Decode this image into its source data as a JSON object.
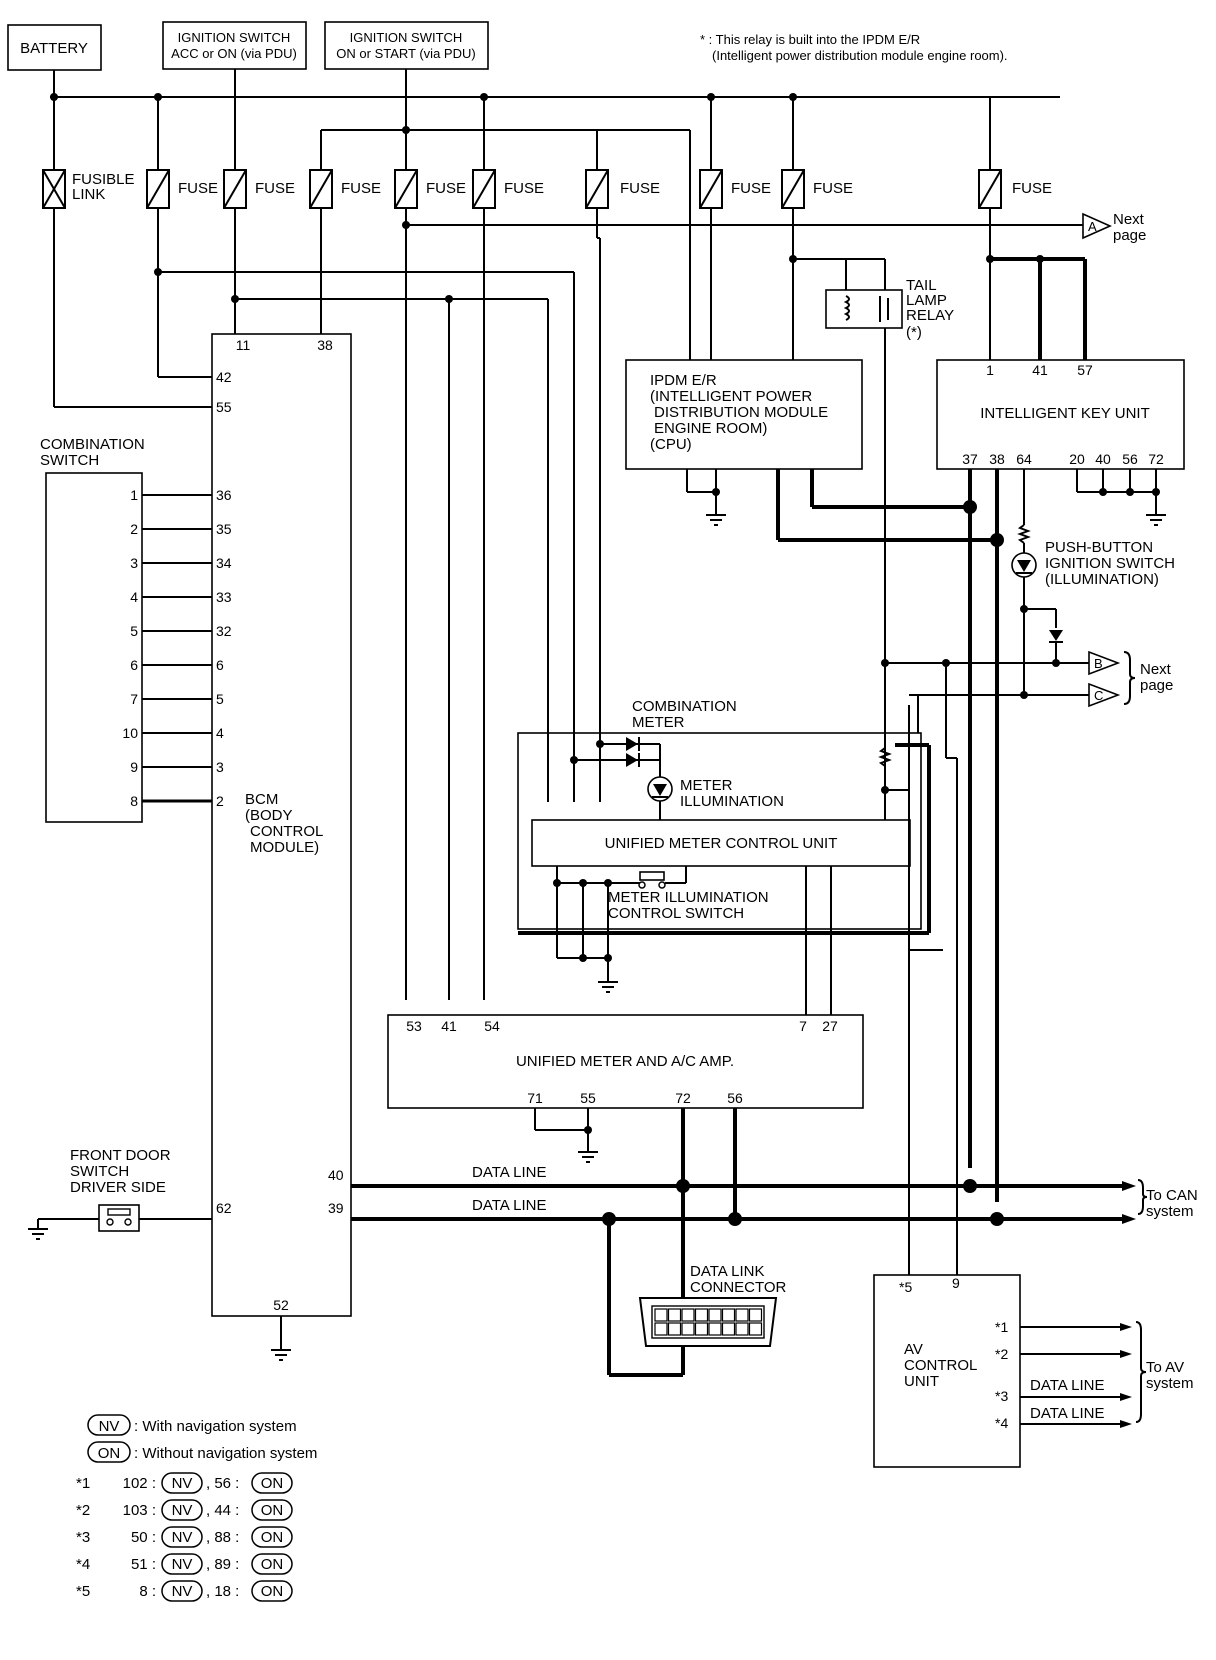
{
  "header": {
    "battery": "BATTERY",
    "ign_acc_l1": "IGNITION SWITCH",
    "ign_acc_l2": "ACC or ON (via PDU)",
    "ign_on_l1": "IGNITION SWITCH",
    "ign_on_l2": "ON or START (via PDU)",
    "relay_note_l1": "* : This relay is built into the IPDM E/R",
    "relay_note_l2": "(Intelligent power distribution module engine room)."
  },
  "fuses": {
    "fusible_link_l1": "FUSIBLE",
    "fusible_link_l2": "LINK",
    "fuse": "FUSE"
  },
  "connectors": {
    "a": "A",
    "b": "B",
    "c": "C",
    "next_l1": "Next",
    "next_l2": "page",
    "can_l1": "To CAN",
    "can_l2": "system",
    "av_l1": "To AV",
    "av_l2": "system"
  },
  "tail_lamp": {
    "l1": "TAIL",
    "l2": "LAMP",
    "l3": "RELAY",
    "l4": "(*)"
  },
  "ipdm": {
    "l1": "IPDM E/R",
    "l2": "(INTELLIGENT POWER",
    "l3": "DISTRIBUTION MODULE",
    "l4": "ENGINE ROOM)",
    "l5": "(CPU)"
  },
  "key_unit": {
    "title": "INTELLIGENT KEY UNIT",
    "top_pins": [
      "1",
      "41",
      "57"
    ],
    "bottom_pins": [
      "37",
      "38",
      "64",
      "20",
      "40",
      "56",
      "72"
    ]
  },
  "push_button": {
    "l1": "PUSH-BUTTON",
    "l2": "IGNITION SWITCH",
    "l3": "(ILLUMINATION)"
  },
  "bcm": {
    "l1": "BCM",
    "l2": "(BODY",
    "l3": "CONTROL",
    "l4": "MODULE)",
    "top_pins": [
      "11",
      "38"
    ],
    "left_pins": [
      "42",
      "55",
      "36",
      "35",
      "34",
      "33",
      "32",
      "6",
      "5",
      "4",
      "3",
      "2",
      "62"
    ],
    "right_pins": [
      "40",
      "39"
    ],
    "bottom_pin": "52"
  },
  "combination_switch": {
    "l1": "COMBINATION",
    "l2": "SWITCH",
    "pins": [
      "1",
      "2",
      "3",
      "4",
      "5",
      "6",
      "7",
      "10",
      "9",
      "8"
    ]
  },
  "combination_meter": {
    "l1": "COMBINATION",
    "l2": "METER",
    "illum_l1": "METER",
    "illum_l2": "ILLUMINATION",
    "control_unit": "UNIFIED METER CONTROL UNIT",
    "switch_l1": "METER ILLUMINATION",
    "switch_l2": "CONTROL SWITCH"
  },
  "amp": {
    "title": "UNIFIED METER AND A/C AMP.",
    "top_pins": [
      "53",
      "41",
      "54",
      "7",
      "27"
    ],
    "bottom_pins": [
      "71",
      "55",
      "72",
      "56"
    ]
  },
  "data_lines": {
    "l1": "DATA LINE",
    "l2": "DATA LINE"
  },
  "front_door": {
    "l1": "FRONT DOOR",
    "l2": "SWITCH",
    "l3": "DRIVER SIDE"
  },
  "dlc": {
    "l1": "DATA LINK",
    "l2": "CONNECTOR"
  },
  "av": {
    "l1": "AV",
    "l2": "CONTROL",
    "l3": "UNIT",
    "top_pins": [
      "*5",
      "9"
    ],
    "right_pins": [
      "*1",
      "*2",
      "*3",
      "*4"
    ],
    "data_line": "DATA LINE"
  },
  "legend": {
    "nv": "NV",
    "on": "ON",
    "nv_desc": ": With navigation system",
    "on_desc": ": Without navigation system",
    "rows": [
      {
        "key": "*1",
        "nv": "102 :",
        "on": ", 56 :"
      },
      {
        "key": "*2",
        "nv": "103 :",
        "on": ", 44 :"
      },
      {
        "key": "*3",
        "nv": "50 :",
        "on": ", 88 :"
      },
      {
        "key": "*4",
        "nv": "51 :",
        "on": ", 89 :"
      },
      {
        "key": "*5",
        "nv": "8 :",
        "on": ", 18 :"
      }
    ]
  }
}
